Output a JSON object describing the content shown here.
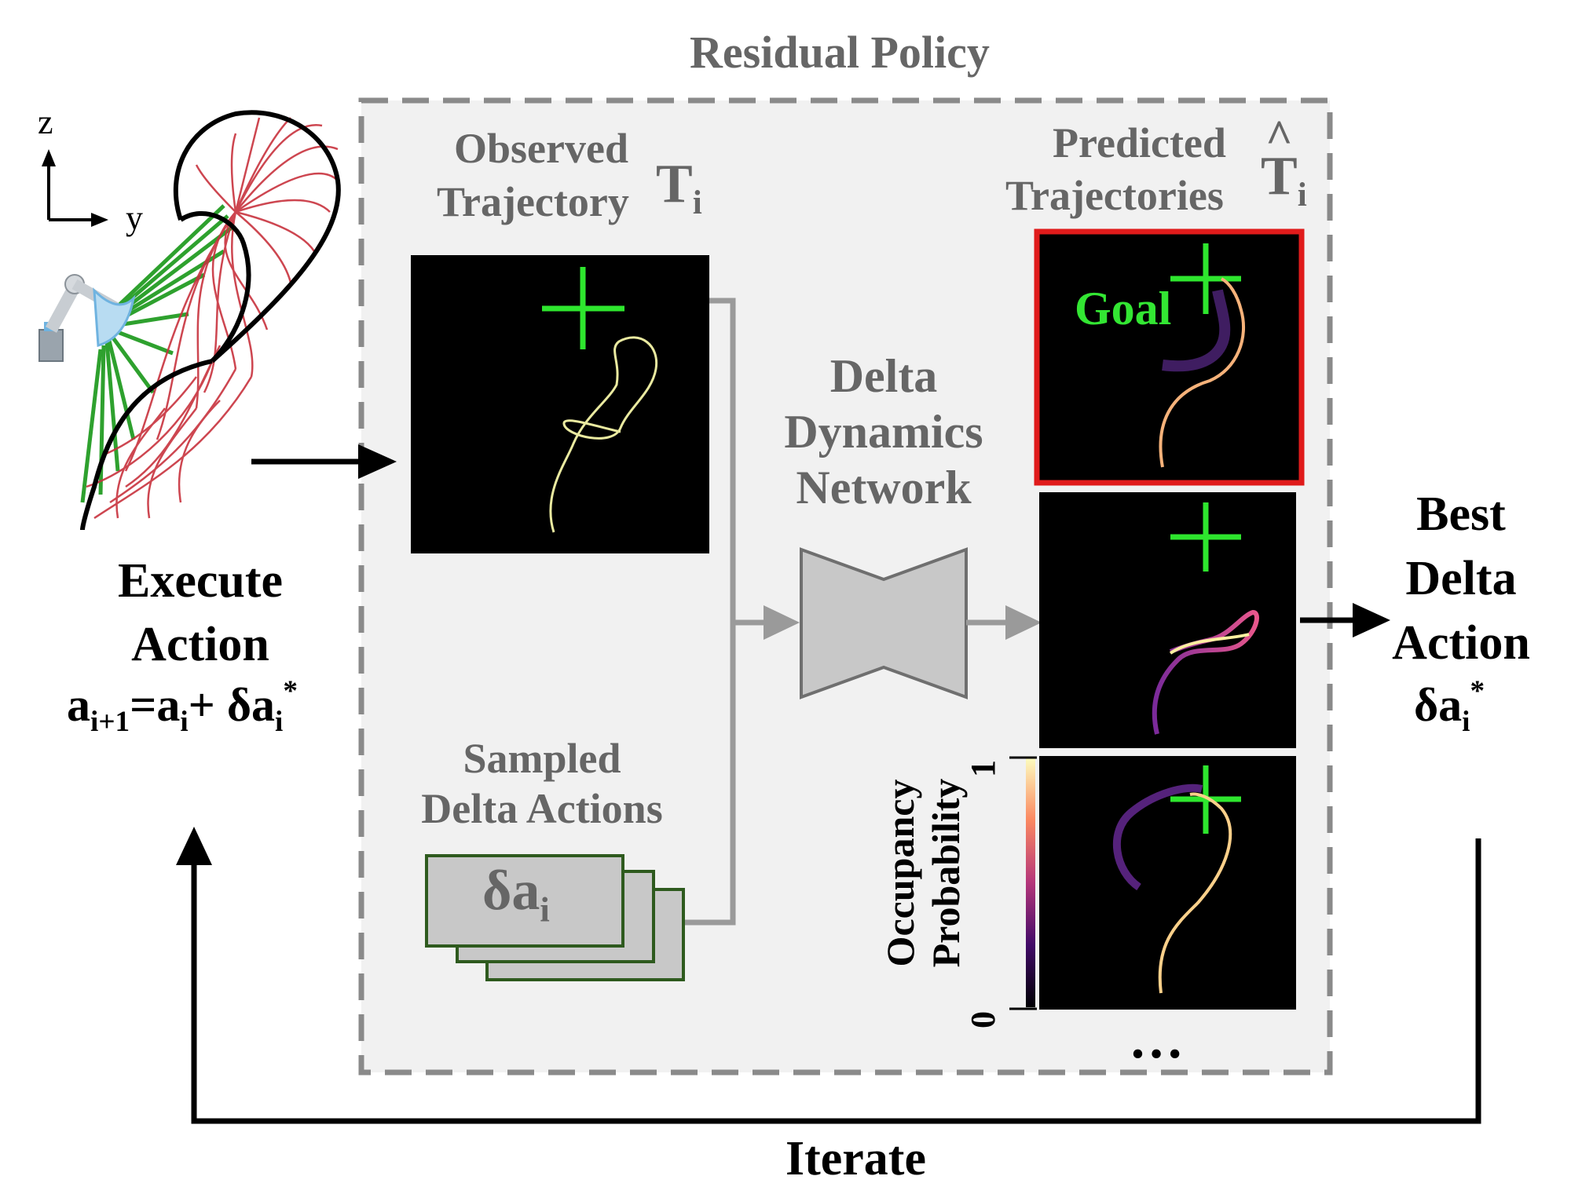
{
  "title": "Residual Policy",
  "axes_labels": {
    "z": "z",
    "y": "y"
  },
  "observed": {
    "line1": "Observed",
    "line2": "Trajectory",
    "symbol": "T",
    "subscript": "i"
  },
  "predicted": {
    "line1": "Predicted",
    "line2": "Trajectories",
    "symbol": "T",
    "hat": "^",
    "subscript": "i"
  },
  "goal_label": "Goal",
  "network": {
    "line1": "Delta",
    "line2": "Dynamics",
    "line3": "Network"
  },
  "sampled": {
    "line1": "Sampled",
    "line2": "Delta Actions",
    "symbol": "δa",
    "subscript": "i"
  },
  "colorbar": {
    "line1": "Occupancy",
    "line2": "Probability",
    "max": "1",
    "min": "0"
  },
  "ellipsis": "…",
  "execute": {
    "line1": "Execute",
    "line2": "Action",
    "formula_a": "a",
    "formula_sub1": "i+1",
    "formula_eq": "=a",
    "formula_sub2": "i",
    "formula_plus": "+ δa",
    "formula_sub3": "i",
    "formula_sup": "*"
  },
  "best": {
    "line1": "Best",
    "line2": "Delta",
    "line3": "Action",
    "symbol": "δa",
    "subscript": "i",
    "superscript": "*"
  },
  "iterate": "Iterate",
  "colors": {
    "gray": "#666666",
    "goal_green": "#33e633",
    "highlight_red": "#e01b1b",
    "box_fill": "#f1f1f1",
    "network_fill": "#c8c8c8",
    "stack_border": "#2e5a1e"
  }
}
